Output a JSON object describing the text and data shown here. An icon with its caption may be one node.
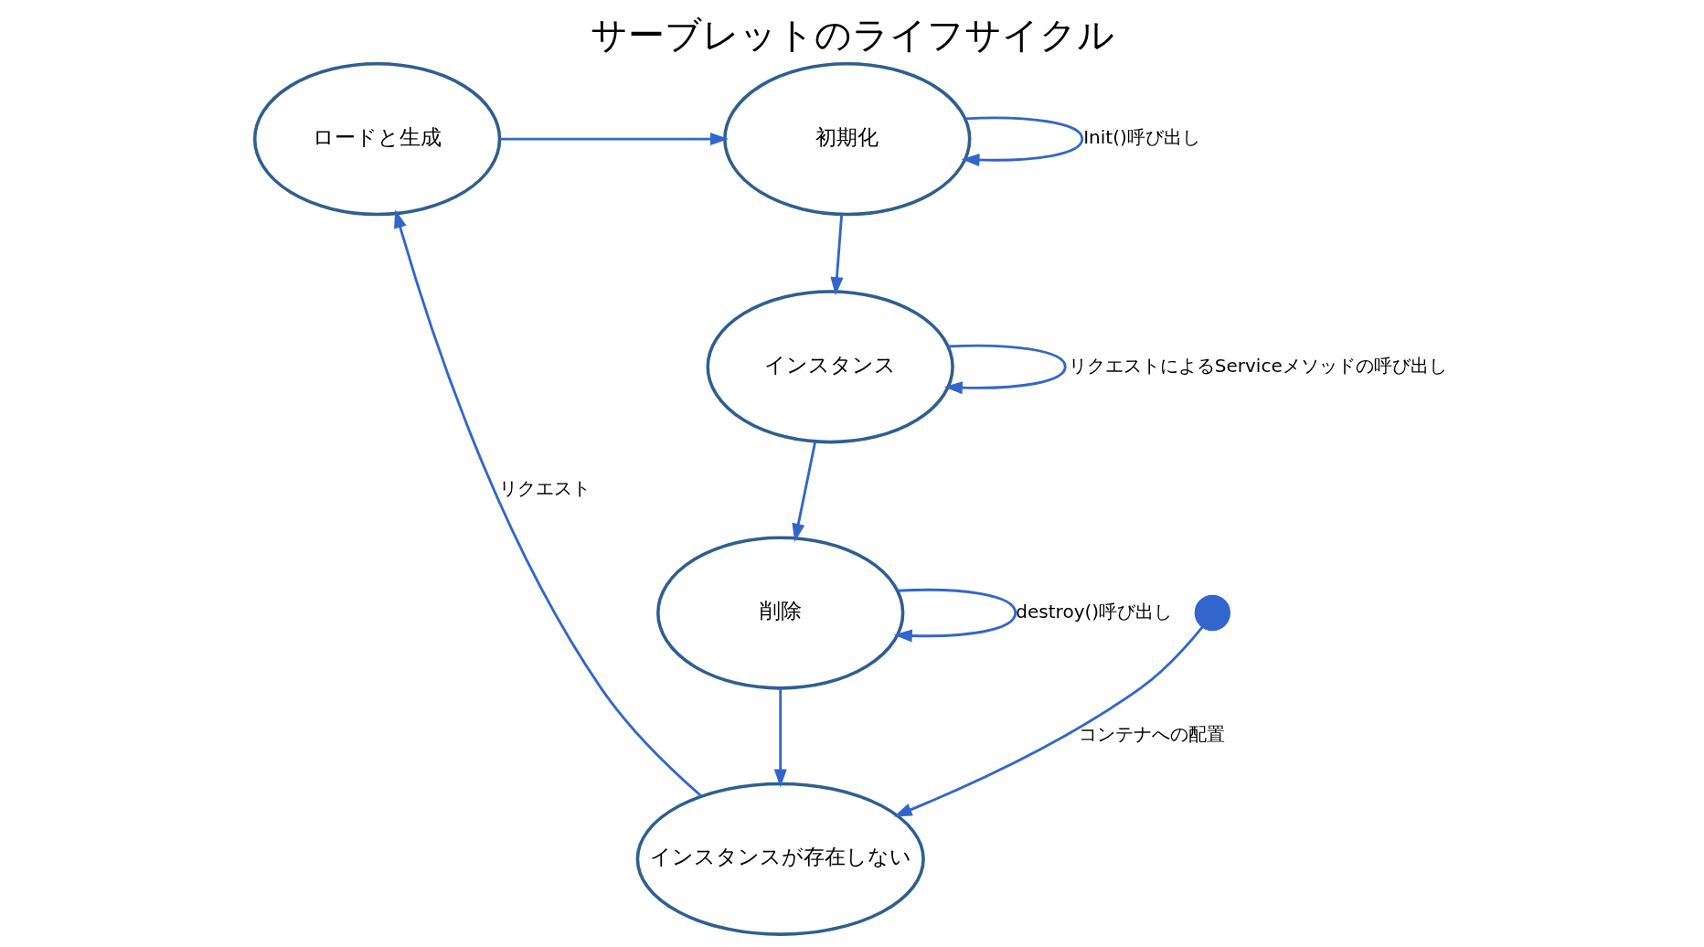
{
  "diagram": {
    "title": "サーブレットのライフサイクル",
    "nodes": [
      {
        "text": [
          "初期化"
        ]
      },
      {
        "text": [
          "ロードと生成"
        ]
      },
      {
        "text": [
          "インスタンス"
        ]
      },
      {
        "text": [
          "削除"
        ]
      },
      {
        "text": [
          "インスタンスが存在しない"
        ]
      },
      {
        "text": [],
        "shape": "circle"
      }
    ],
    "edges": [
      {
        "from": 1,
        "to": 0,
        "arrow": "to"
      },
      {
        "from": 0,
        "to": 0,
        "arrow": "to",
        "label": "Init()呼び出し"
      },
      {
        "from": 0,
        "to": 2,
        "arrow": "to"
      },
      {
        "from": 2,
        "to": 2,
        "arrow": "to",
        "label": "リクエストによるServiceメソッドの呼び出し"
      },
      {
        "from": 2,
        "to": 3,
        "arrow": "to"
      },
      {
        "from": 3,
        "to": 3,
        "arrow": "to",
        "label": "destroy()呼び出し"
      },
      {
        "from": 3,
        "to": 4,
        "arrow": "to"
      },
      {
        "from": 4,
        "to": 1,
        "arrow": "to",
        "label": "リクエスト"
      },
      {
        "from": 5,
        "to": 4,
        "arrow": "to",
        "label": "コンテナへの配置"
      }
    ]
  }
}
